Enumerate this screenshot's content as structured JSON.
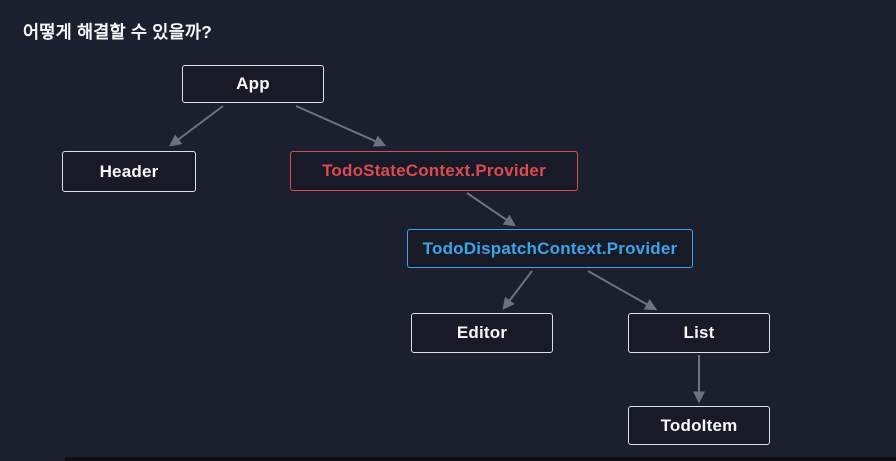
{
  "title": "어떻게 해결할 수 있을까?",
  "diagram": {
    "nodes": {
      "app": {
        "label": "App",
        "variant": "default"
      },
      "header": {
        "label": "Header",
        "variant": "default"
      },
      "todo_state_provider": {
        "label": "TodoStateContext.Provider",
        "variant": "red"
      },
      "todo_dispatch_provider": {
        "label": "TodoDispatchContext.Provider",
        "variant": "blue"
      },
      "editor": {
        "label": "Editor",
        "variant": "default"
      },
      "list": {
        "label": "List",
        "variant": "default"
      },
      "todo_item": {
        "label": "TodoItem",
        "variant": "default"
      }
    },
    "edges": [
      {
        "from": "app",
        "to": "header"
      },
      {
        "from": "app",
        "to": "todo_state_provider"
      },
      {
        "from": "todo_state_provider",
        "to": "todo_dispatch_provider"
      },
      {
        "from": "todo_dispatch_provider",
        "to": "editor"
      },
      {
        "from": "todo_dispatch_provider",
        "to": "list"
      },
      {
        "from": "list",
        "to": "todo_item"
      }
    ]
  },
  "colors": {
    "background": "#1c1f2d",
    "box_fill": "#181b27",
    "box_border": "#dde0e8",
    "box_text": "#f5f6f8",
    "red_accent": "#dc4b51",
    "blue_accent": "#3ba4e8",
    "arrow": "#6e7280",
    "bottom_bar": "#0d0f15"
  }
}
